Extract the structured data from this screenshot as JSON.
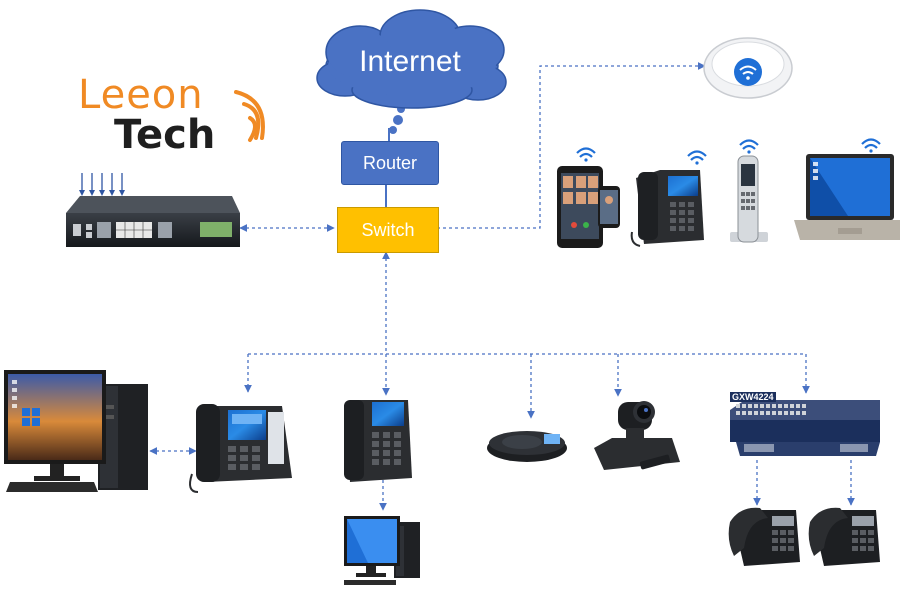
{
  "logo": {
    "line1": "Leeon",
    "line2": "Tech"
  },
  "cloud": {
    "label": "Internet"
  },
  "router": {
    "label": "Router"
  },
  "switch": {
    "label": "Switch"
  },
  "gateway": {
    "label": "GXW4224"
  },
  "colors": {
    "link": "#4a72c4",
    "cloud": "#4a72c4",
    "router": "#4a72c4",
    "switch": "#ffc000",
    "logo_orange": "#f08a24",
    "logo_dark": "#1f1f1f",
    "wifi": "#1f6fd6"
  },
  "devices": [
    {
      "name": "ip-pbx",
      "type": "rack appliance"
    },
    {
      "name": "wifi-access-point",
      "type": "ceiling access point"
    },
    {
      "name": "tablet-and-smartphone",
      "type": "softphone devices"
    },
    {
      "name": "wifi-ip-phone",
      "type": "desk phone"
    },
    {
      "name": "cordless-wifi-phone",
      "type": "handset"
    },
    {
      "name": "laptop",
      "type": "laptop"
    },
    {
      "name": "desktop-pc",
      "type": "workstation"
    },
    {
      "name": "executive-ip-phone",
      "type": "desk phone"
    },
    {
      "name": "ip-phone-center",
      "type": "desk phone"
    },
    {
      "name": "small-desktop-pc",
      "type": "workstation"
    },
    {
      "name": "conference-phone",
      "type": "audio conferencing"
    },
    {
      "name": "ptz-camera",
      "type": "video conferencing"
    },
    {
      "name": "analog-gateway",
      "type": "FXS gateway"
    },
    {
      "name": "analog-phone-left",
      "type": "analog phone"
    },
    {
      "name": "analog-phone-right",
      "type": "analog phone"
    }
  ]
}
